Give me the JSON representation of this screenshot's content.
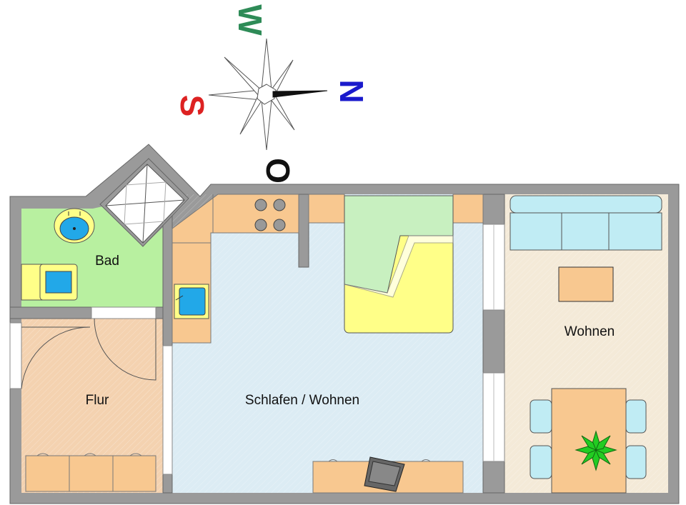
{
  "compass": {
    "north": "N",
    "east": "O",
    "south": "S",
    "west": "W",
    "colors": {
      "north": "#1a1acc",
      "east": "#111111",
      "south": "#dd2222",
      "west": "#2e8b57"
    }
  },
  "rooms": {
    "bad": "Bad",
    "flur": "Flur",
    "schlafen_wohnen": "Schlafen / Wohnen",
    "wohnen": "Wohnen"
  },
  "colors": {
    "wall": "#9a9a9a",
    "bath_floor": "#b8f0a0",
    "hall_floor": "#f4d2b0",
    "bedroom_floor": "#dcecf4",
    "living_floor": "#f4ead8",
    "cabinet": "#f8c890",
    "bed": "#ffff88",
    "blanket": "#c8f0c0",
    "sofa": "#c0ecf4",
    "sink": "#22a8e8",
    "plant": "#22cc22"
  }
}
